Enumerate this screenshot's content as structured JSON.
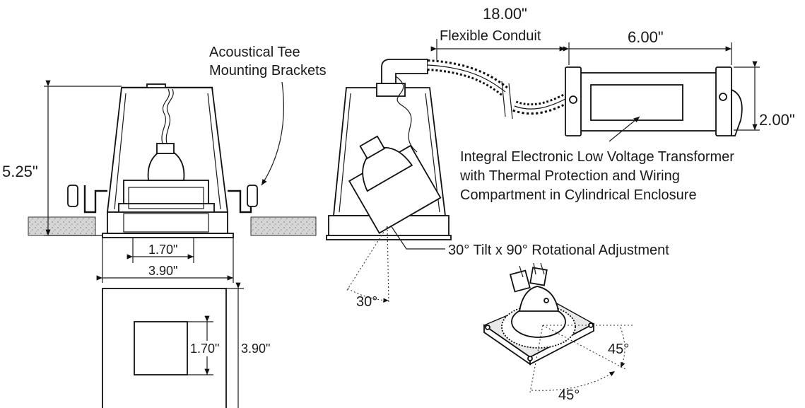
{
  "labels": {
    "brackets_line1": "Acoustical Tee",
    "brackets_line2": "Mounting Brackets",
    "height_dim": "5.25\"",
    "aperture_dim": "1.70\"",
    "trim_width_dim": "3.90\"",
    "square_inner_dim": "1.70\"",
    "square_outer_dim": "3.90\"",
    "conduit_length": "18.00\"",
    "conduit_label": "Flexible Conduit",
    "transformer_length": "6.00\"",
    "transformer_diameter": "2.00\"",
    "transformer_line1": "Integral Electronic Low Voltage Transformer",
    "transformer_line2": "with Thermal Protection and Wiring",
    "transformer_line3": "Compartment in Cylindrical Enclosure",
    "adjustment_label": "30° Tilt x 90° Rotational Adjustment",
    "tilt_angle": "30°",
    "rotation_angle_a": "45°",
    "rotation_angle_b": "45°"
  }
}
